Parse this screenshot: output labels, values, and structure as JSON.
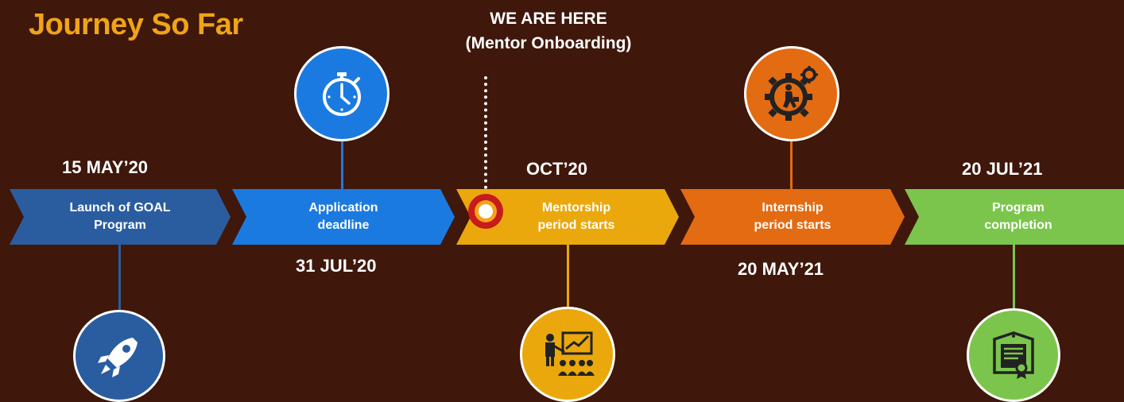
{
  "title": "Journey So Far",
  "current_marker": {
    "line1": "WE ARE  HERE",
    "line2": "(Mentor Onboarding)"
  },
  "stages": [
    {
      "line1": "Launch of GOAL",
      "line2": "Program",
      "date": "15  MAY’20",
      "color": "#2a5d9f",
      "icon": "rocket-icon"
    },
    {
      "line1": "Application",
      "line2": "deadline",
      "date": "31  JUL’20",
      "color": "#1b7ae0",
      "icon": "stopwatch-icon"
    },
    {
      "line1": "Mentorship",
      "line2": "period starts",
      "date": "OCT’20",
      "color": "#eaa80c",
      "icon": "presentation-icon"
    },
    {
      "line1": "Internship",
      "line2": "period starts",
      "date": "20 MAY’21",
      "color": "#e36b12",
      "icon": "business-gear-icon"
    },
    {
      "line1": "Program",
      "line2": "completion",
      "date": "20  JUL’21",
      "color": "#7bc54d",
      "icon": "certificate-icon"
    }
  ]
}
